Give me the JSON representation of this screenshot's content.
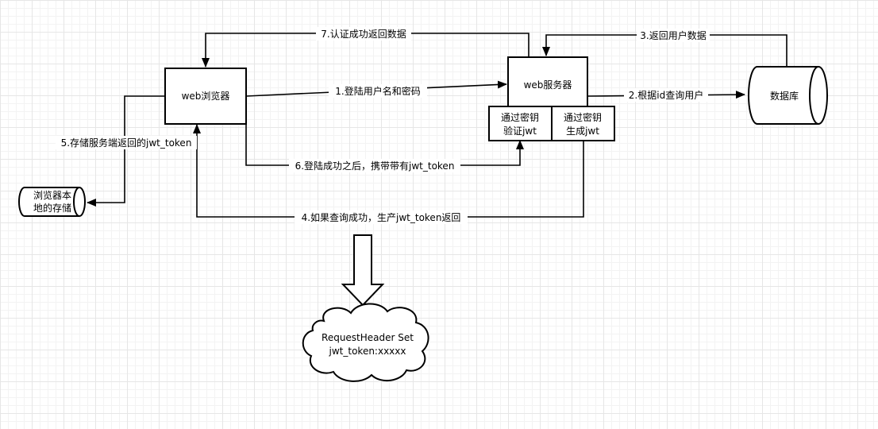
{
  "nodes": {
    "browser": "web浏览器",
    "server": "web服务器",
    "verify_line1": "通过密钥",
    "verify_line2": "验证jwt",
    "generate_line1": "通过密钥",
    "generate_line2": "生成jwt",
    "database": "数据库",
    "storage_line1": "浏览器本",
    "storage_line2": "地的存储",
    "cloud_line1": "RequestHeader Set",
    "cloud_line2": "jwt_token:xxxxx"
  },
  "edges": {
    "e1": "1.登陆用户名和密码",
    "e2": "2.根据id查询用户",
    "e3": "3.返回用户数据",
    "e4": "4.如果查询成功，生产jwt_token返回",
    "e5": "5.存储服务端返回的jwt_token",
    "e6": "6.登陆成功之后，携带带有jwt_token",
    "e7": "7.认证成功返回数据"
  }
}
